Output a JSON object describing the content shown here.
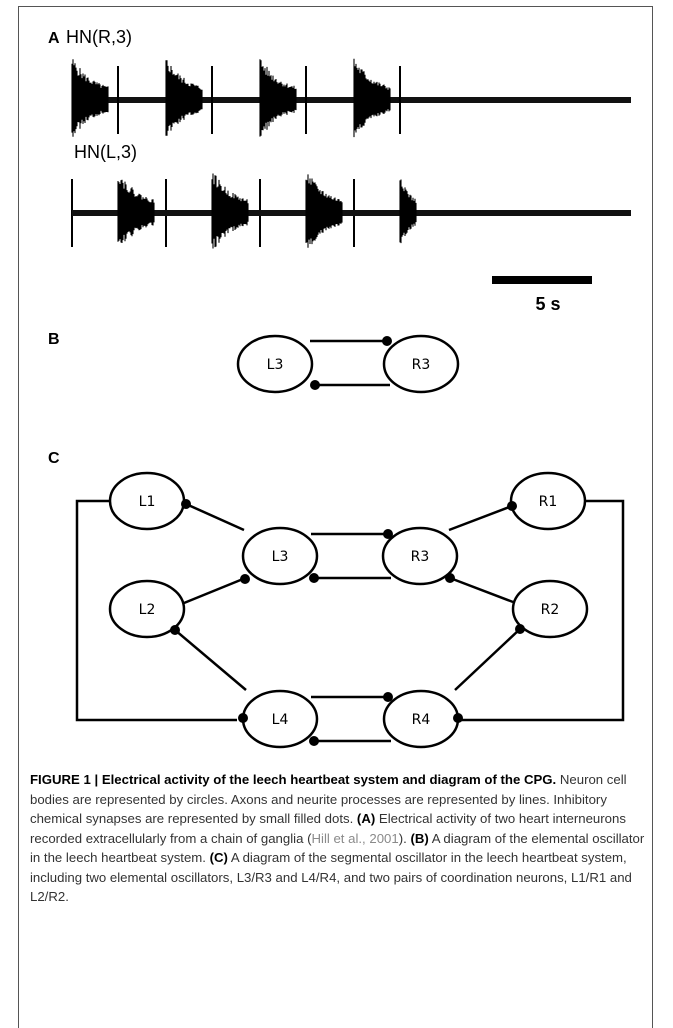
{
  "panels": {
    "a": {
      "label": "A",
      "traces": [
        {
          "name": "HN(R,3)",
          "bursts_s": [
            [
              0.0,
              1.8
            ],
            [
              4.7,
              6.5
            ],
            [
              9.4,
              11.2
            ],
            [
              14.1,
              15.9
            ]
          ]
        },
        {
          "name": "HN(L,3)",
          "bursts_s": [
            [
              2.3,
              4.1
            ],
            [
              7.0,
              8.8
            ],
            [
              11.7,
              13.5
            ],
            [
              16.4,
              17.2
            ]
          ]
        }
      ],
      "scale_bar": {
        "label": "5 s",
        "seconds": 5
      }
    },
    "b": {
      "label": "B",
      "nodes": [
        "L3",
        "R3"
      ]
    },
    "c": {
      "label": "C",
      "nodes": [
        "L1",
        "R1",
        "L3",
        "R3",
        "L2",
        "R2",
        "L4",
        "R4"
      ]
    }
  },
  "caption": {
    "title": "FIGURE 1 | Electrical activity of the leech heartbeat system and diagram of the CPG.",
    "body_1": " Neuron cell bodies are represented by circles. Axons and neurite processes are represented by lines. Inhibitory chemical synapses are represented by small filled dots. ",
    "label_a": "(A)",
    "body_a": " Electrical activity of two heart interneurons recorded extracellularly from a chain of ganglia (",
    "citation": "Hill et al., 2001",
    "body_a_end": "). ",
    "label_b": "(B)",
    "body_b": " A diagram of the elemental oscillator in the leech heartbeat system. ",
    "label_c": "(C)",
    "body_c": " A diagram of the segmental oscillator in the leech heartbeat system, including two elemental oscillators, L3/R3 and L4/R4, and two pairs of coordination neurons, L1/R1 and L2/R2."
  }
}
